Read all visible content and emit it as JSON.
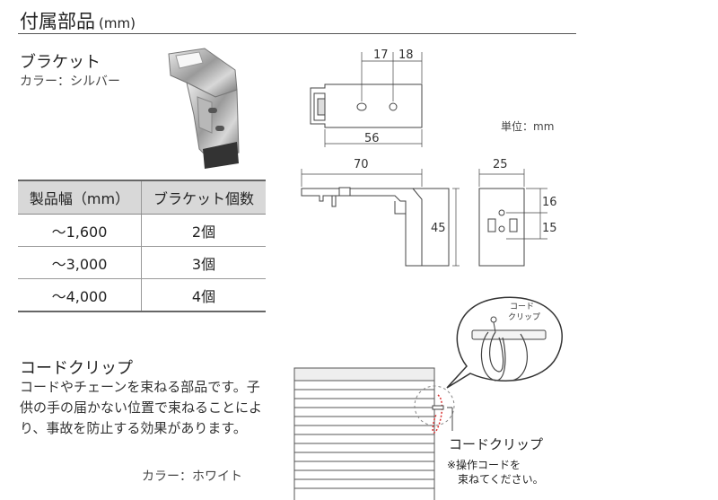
{
  "title": {
    "main": "付属部品",
    "unit": "(mm)"
  },
  "bracket": {
    "heading": "ブラケット",
    "color_label": "カラー：シルバー",
    "table": {
      "headers": [
        "製品幅（mm）",
        "ブラケット個数"
      ],
      "rows": [
        [
          "～1,600",
          "2個"
        ],
        [
          "～3,000",
          "3個"
        ],
        [
          "～4,000",
          "4個"
        ]
      ]
    }
  },
  "drawing": {
    "unit_note": "単位：mm",
    "dims": {
      "hole_a": "17",
      "hole_b": "18",
      "top_width": "56",
      "side_length": "70",
      "front_width": "25",
      "height": "45",
      "upper_gap": "16",
      "lower_gap": "15"
    }
  },
  "cord_clip": {
    "heading": "コードクリップ",
    "description": "コードやチェーンを束ねる部品です。子供の手の届かない位置で束ねることにより、事故を防止する効果があります。",
    "color_label": "カラー：ホワイト",
    "callout_label": "コード クリップ",
    "callout_label_line1": "コード",
    "callout_label_line2": "クリップ",
    "big_label": "コードクリップ",
    "note_line1": "※操作コードを",
    "note_line2": "束ねてください。"
  },
  "colors": {
    "table_header_bg": "#d8d8d8",
    "cord_red": "#d93030",
    "line": "#444444"
  }
}
